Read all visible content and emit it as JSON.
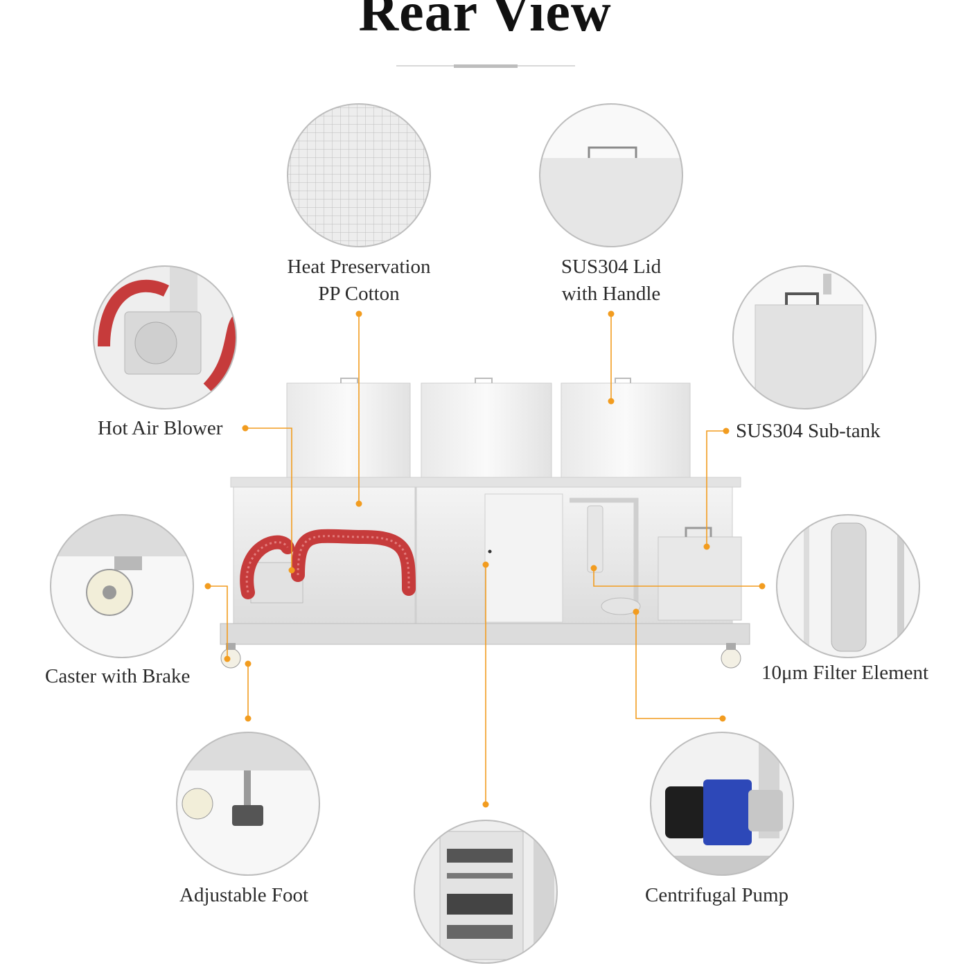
{
  "title": "Rear View",
  "accent_color": "#f29c1f",
  "callouts": [
    {
      "id": "heat-preservation",
      "line1": "Heat Preservation",
      "line2": "PP Cotton",
      "icon": "cotton-grid-icon"
    },
    {
      "id": "sus304-lid",
      "line1": "SUS304 Lid",
      "line2": "with Handle",
      "icon": "lid-handle-icon"
    },
    {
      "id": "hot-air-blower",
      "line1": "Hot Air Blower",
      "icon": "blower-icon"
    },
    {
      "id": "sus304-subtank",
      "line1": "SUS304 Sub-tank",
      "icon": "subtank-icon"
    },
    {
      "id": "caster-with-brake",
      "line1": "Caster with Brake",
      "icon": "caster-icon"
    },
    {
      "id": "filter-element",
      "line1": "10μm Filter Element",
      "icon": "filter-icon"
    },
    {
      "id": "adjustable-foot",
      "line1": "Adjustable Foot",
      "icon": "foot-icon"
    },
    {
      "id": "centrifugal-pump",
      "line1": "Centrifugal Pump",
      "icon": "pump-icon"
    },
    {
      "id": "control-cabinet",
      "icon": "control-panel-icon"
    }
  ]
}
